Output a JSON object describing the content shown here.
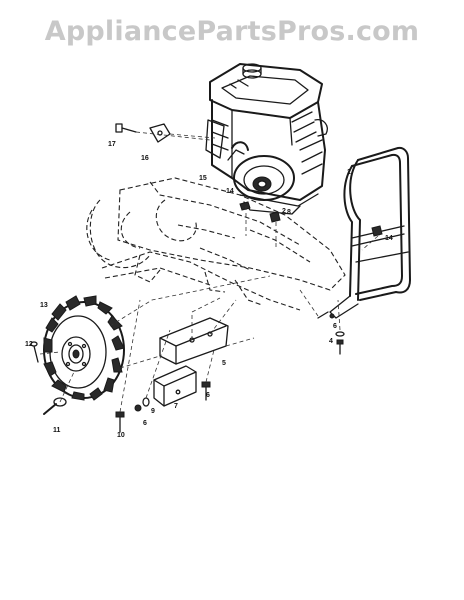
{
  "watermark": "AppliancePartsPros.com",
  "callouts": [
    {
      "id": "c1",
      "text": "1"
    },
    {
      "id": "c2",
      "text": "2"
    },
    {
      "id": "c4",
      "text": "4"
    },
    {
      "id": "c5",
      "text": "5"
    },
    {
      "id": "c6a",
      "text": "6"
    },
    {
      "id": "c6b",
      "text": "6"
    },
    {
      "id": "c6c",
      "text": "6"
    },
    {
      "id": "c7",
      "text": "7"
    },
    {
      "id": "c8",
      "text": "8"
    },
    {
      "id": "c9",
      "text": "9"
    },
    {
      "id": "c10",
      "text": "10"
    },
    {
      "id": "c11",
      "text": "11"
    },
    {
      "id": "c12",
      "text": "12"
    },
    {
      "id": "c13",
      "text": "13"
    },
    {
      "id": "c14a",
      "text": "14"
    },
    {
      "id": "c14b",
      "text": "14"
    },
    {
      "id": "c15",
      "text": "15"
    },
    {
      "id": "c16",
      "text": "16"
    },
    {
      "id": "c17",
      "text": "17"
    }
  ]
}
